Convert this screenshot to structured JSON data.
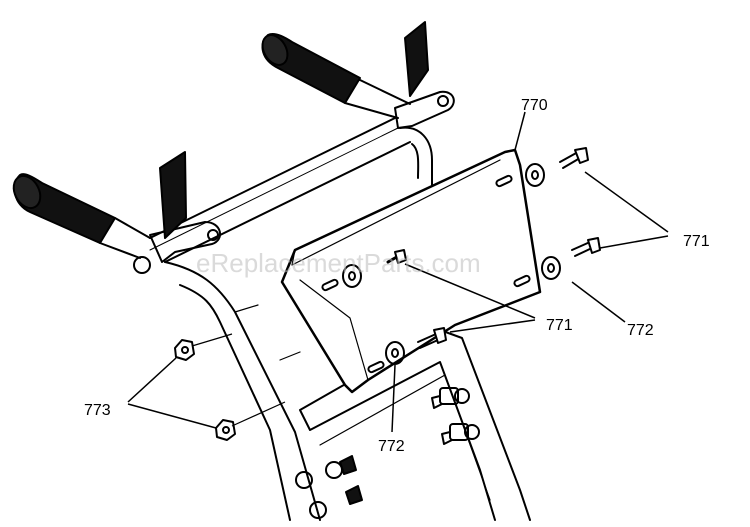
{
  "watermark": "eReplacementParts.com",
  "callouts": {
    "c770": "770",
    "c771_right": "771",
    "c771_center": "771",
    "c772_right": "772",
    "c772_bottom": "772",
    "c773": "773"
  }
}
